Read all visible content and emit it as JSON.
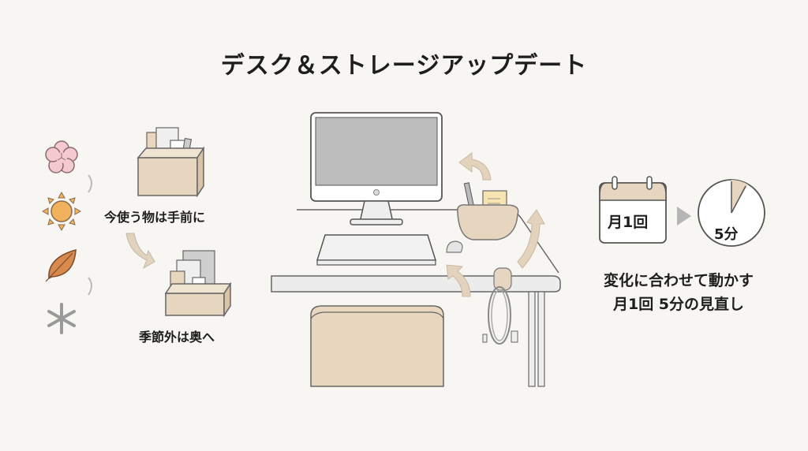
{
  "title": "デスク＆ストレージアップデート",
  "left": {
    "seasons": [
      {
        "name": "spring",
        "icon": "cherry-blossom-icon",
        "color": "#f4c9cf"
      },
      {
        "name": "summer",
        "icon": "sun-icon",
        "color": "#f2b25c"
      },
      {
        "name": "autumn",
        "icon": "leaf-icon",
        "color": "#d88a4e"
      },
      {
        "name": "winter",
        "icon": "snowflake-icon",
        "color": "#d9d9d9"
      }
    ],
    "front_label": "今使う物は手前に",
    "back_label": "季節外は奥へ"
  },
  "right": {
    "calendar_label": "月1回",
    "clock_label": "5分",
    "caption_line1": "変化に合わせて動かす",
    "caption_line2": "月1回 5分の見直し"
  },
  "colors": {
    "background": "#f7f6f2",
    "beige": "#e6d5bf",
    "beige_dark": "#d8c3a5",
    "outline": "#6b6b6b",
    "screen": "#bdbdbd",
    "arrow": "#e3d3bd"
  }
}
